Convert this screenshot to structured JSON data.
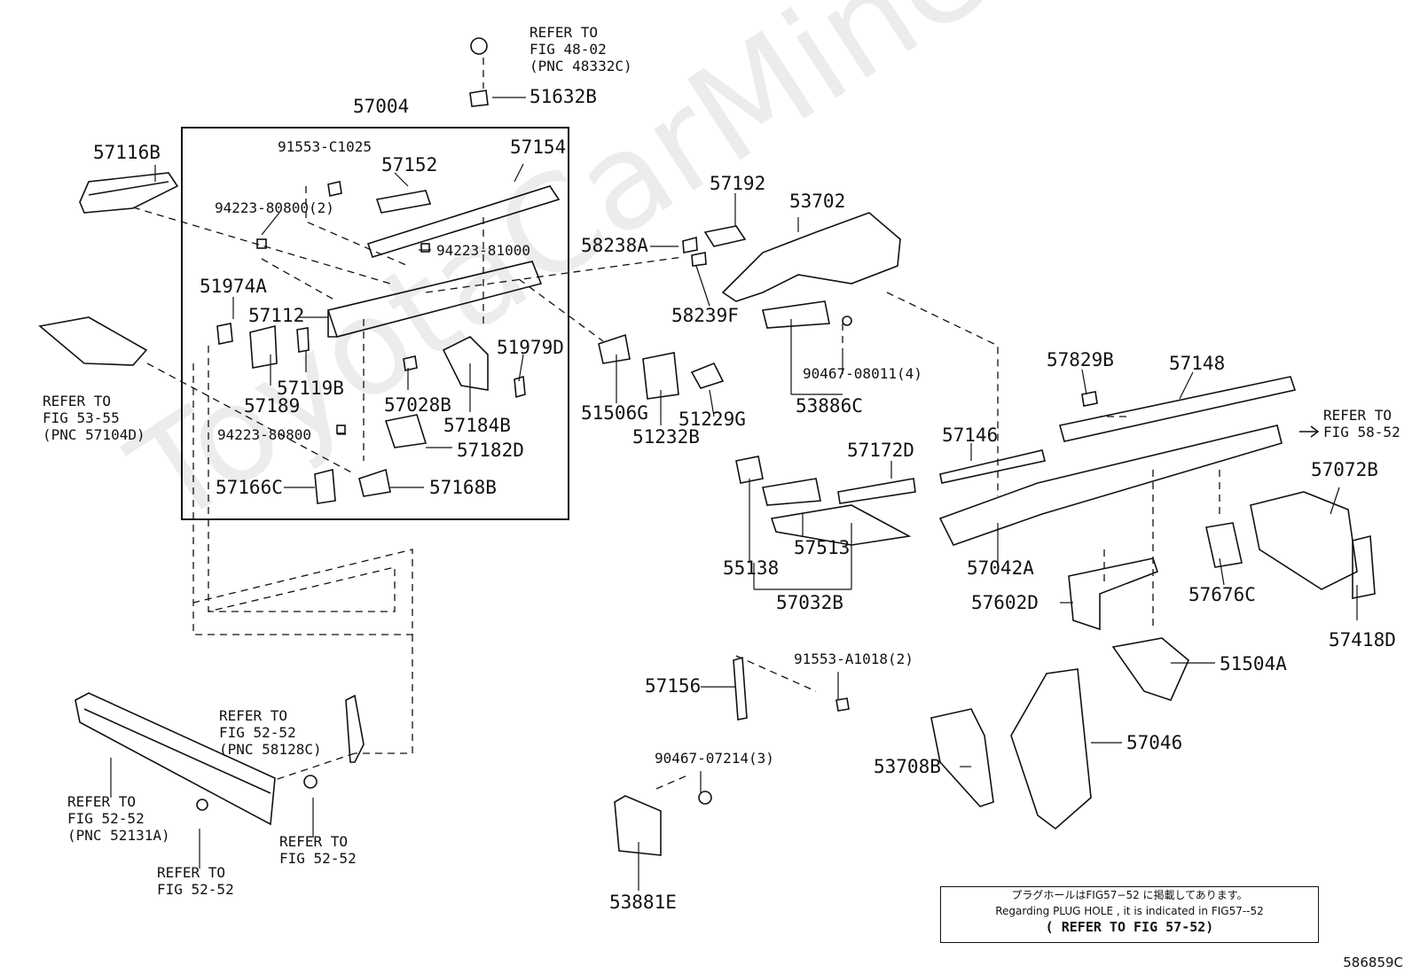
{
  "watermark": "ToyotaCarMine.ru",
  "figure_id": "586859C",
  "note": {
    "line1": "プラグホールはFIG57−52 に掲載してあります。",
    "line2": "Regarding PLUG HOLE , it is indicated in FIG57--52",
    "line3": "( REFER TO FIG 57-52)"
  },
  "refs": {
    "r_48_02": "REFER TO\nFIG 48-02\n(PNC 48332C)",
    "r_53_55": "REFER TO\nFIG 53-55\n(PNC 57104D)",
    "r_52_52_a": "REFER TO\nFIG 52-52\n(PNC 58128C)",
    "r_52_52_b": "REFER TO\nFIG 52-52\n(PNC 52131A)",
    "r_52_52_c": "REFER TO\nFIG 52-52",
    "r_52_52_d": "REFER TO\nFIG 52-52",
    "r_58_52": "REFER TO\nFIG 58-52"
  },
  "parts": {
    "p57004": "57004",
    "p57116B": "57116B",
    "p91553C1025": "91553-C1025",
    "p57152": "57152",
    "p57154": "57154",
    "p94223_80800_2": "94223-80800(2)",
    "p94223_81000": "94223-81000",
    "p51974A": "51974A",
    "p57112": "57112",
    "p57189": "57189",
    "p57119B": "57119B",
    "p57028B": "57028B",
    "p51979D": "51979D",
    "p57184B": "57184B",
    "p94223_80800": "94223-80800",
    "p57182D": "57182D",
    "p57166C": "57166C",
    "p57168B": "57168B",
    "p51632B": "51632B",
    "p57192": "57192",
    "p53702": "53702",
    "p58238A": "58238A",
    "p58239F": "58239F",
    "p90467_08011": "90467-08011(4)",
    "p53886C": "53886C",
    "p51506G": "51506G",
    "p51232B": "51232B",
    "p51229G": "51229G",
    "p57829B": "57829B",
    "p57148": "57148",
    "p57146": "57146",
    "p57172D": "57172D",
    "p55138": "55138",
    "p57513": "57513",
    "p57032B": "57032B",
    "p57042A": "57042A",
    "p57072B": "57072B",
    "p57602D": "57602D",
    "p57676C": "57676C",
    "p57418D": "57418D",
    "p57156": "57156",
    "p91553A1018": "91553-A1018(2)",
    "p51504A": "51504A",
    "p57046": "57046",
    "p53708B": "53708B",
    "p90467_07214": "90467-07214(3)",
    "p53881E": "53881E"
  }
}
